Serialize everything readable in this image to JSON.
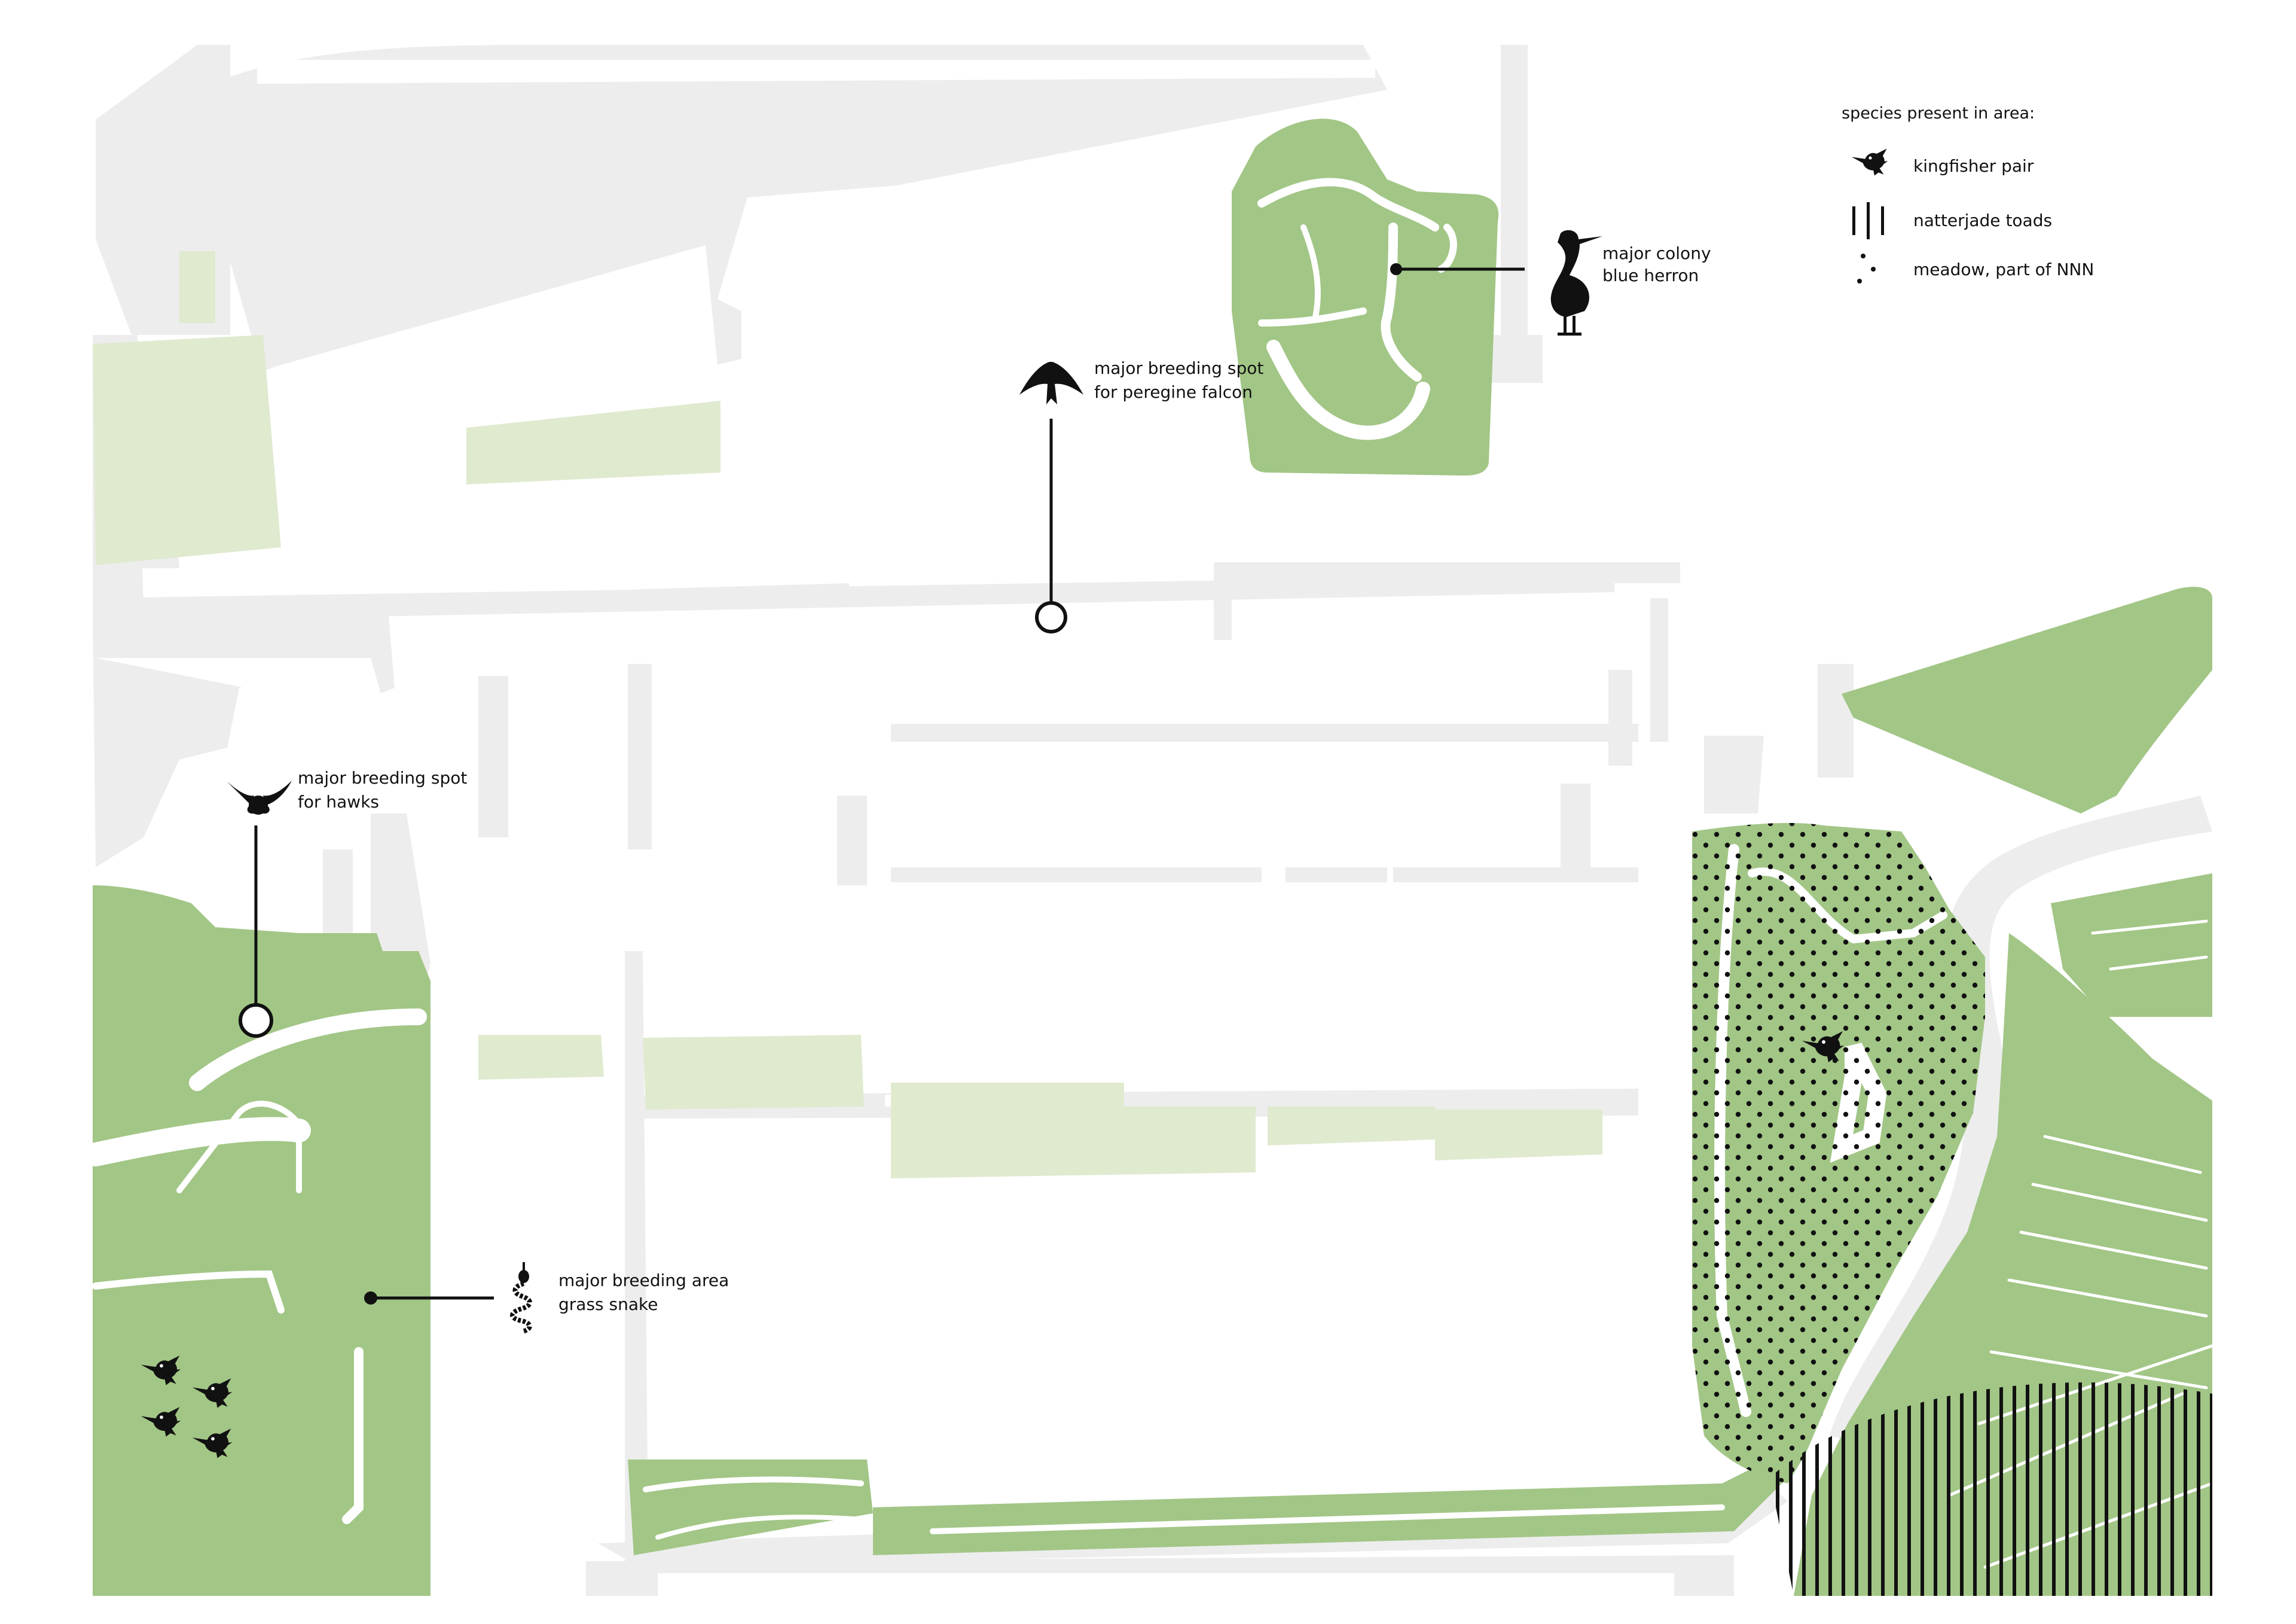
{
  "legend": {
    "title": "species present in area:",
    "items": [
      {
        "icon": "kingfisher-icon",
        "label": "kingfisher pair"
      },
      {
        "icon": "stripes-swatch-icon",
        "label": "natterjade toads"
      },
      {
        "icon": "dots-swatch-icon",
        "label": "meadow, part of NNN"
      }
    ]
  },
  "annotations": {
    "heron": {
      "line1": "major colony",
      "line2": "blue herron",
      "icon": "heron-icon"
    },
    "falcon": {
      "line1": "major breeding spot",
      "line2": "for peregine falcon",
      "icon": "falcon-icon"
    },
    "hawks": {
      "line1": "major breeding spot",
      "line2": "for hawks",
      "icon": "hawk-icon"
    },
    "snake": {
      "line1": "major breeding area",
      "line2": "grass snake",
      "icon": "snake-icon"
    }
  },
  "colors": {
    "green": "#a2c686",
    "light_green": "#dfeacf",
    "grey": "#ededed",
    "ink": "#111111"
  }
}
